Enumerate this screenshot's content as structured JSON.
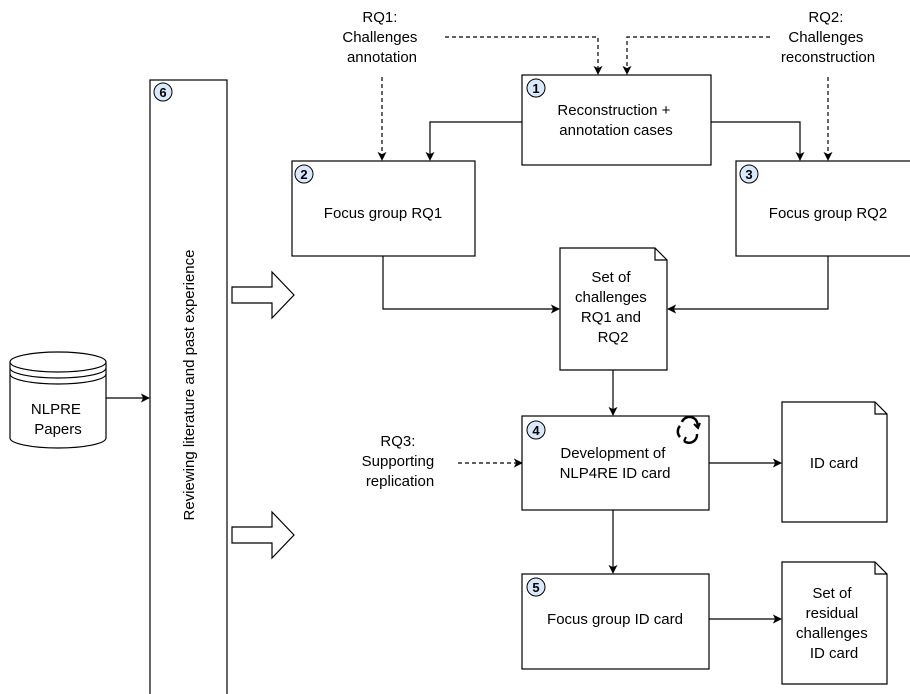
{
  "questions": {
    "rq1": [
      "RQ1:",
      "Challenges",
      "annotation"
    ],
    "rq2": [
      "RQ2:",
      "Challenges",
      "reconstruction"
    ],
    "rq3": [
      "RQ3:",
      "Supporting",
      "replication"
    ]
  },
  "database": {
    "lines": [
      "NLPRE",
      "Papers"
    ]
  },
  "review": {
    "number": "6",
    "label": "Reviewing literature and past experience"
  },
  "steps": {
    "s1": {
      "number": "1",
      "lines": [
        "Reconstruction +",
        "annotation cases"
      ]
    },
    "s2": {
      "number": "2",
      "lines": [
        "Focus group RQ1"
      ]
    },
    "s3": {
      "number": "3",
      "lines": [
        "Focus group RQ2"
      ]
    },
    "s4": {
      "number": "4",
      "lines": [
        "Development of",
        "NLP4RE ID card"
      ]
    },
    "s5": {
      "number": "5",
      "lines": [
        "Focus group ID card"
      ]
    }
  },
  "documents": {
    "challenges": [
      "Set of",
      "challenges",
      "RQ1 and",
      "RQ2"
    ],
    "id_card": [
      "ID card"
    ],
    "residual": [
      "Set of",
      "residual",
      "challenges",
      "ID card"
    ]
  },
  "colors": {
    "number_fill": "#dae8fc",
    "number_stroke": "#6c8ebf",
    "line": "#000000"
  },
  "icons": {
    "cycle": "refresh-cycle-icon"
  }
}
